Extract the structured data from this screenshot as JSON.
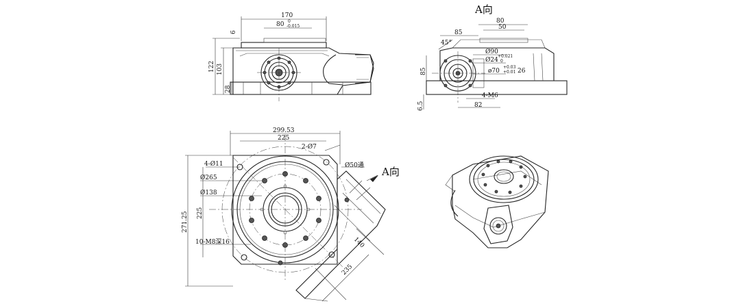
{
  "front_view": {
    "dim_width": "170",
    "dim_bore": "80",
    "dim_bore_tol_upper": "0",
    "dim_bore_tol_lower": "-0.015",
    "dim_top": "6",
    "dim_total_height": "122",
    "dim_body_height": "103",
    "dim_base_height": "28"
  },
  "side_view": {
    "title": "A向",
    "dim_80": "80",
    "dim_50": "50",
    "dim_85_h": "85",
    "dim_45": "45°",
    "dia_90": "Ø90",
    "dia_24": "Ø24",
    "dia_24_tol_upper": "+0.021",
    "dia_24_tol_lower": "0",
    "dia_70": "ø70",
    "dia_70_tol_upper": "+0.03",
    "dia_70_tol_lower": "+0.01",
    "dim_26": "26",
    "dim_85_v": "85",
    "dim_65": "6.5",
    "thread": "4-M6",
    "dim_82": "82"
  },
  "top_view": {
    "dim_29953": "299.53",
    "dim_225_top": "225",
    "holes_7": "2-Ø7",
    "holes_11": "4-Ø11",
    "dia_265": "Ø265",
    "dia_138": "Ø138",
    "dia_50": "Ø50通",
    "arrow_label": "A向",
    "dim_27125": "271.25",
    "dim_225_left": "225",
    "thread_holes": "10-M8深16",
    "dim_140": "140",
    "dim_235": "235"
  }
}
